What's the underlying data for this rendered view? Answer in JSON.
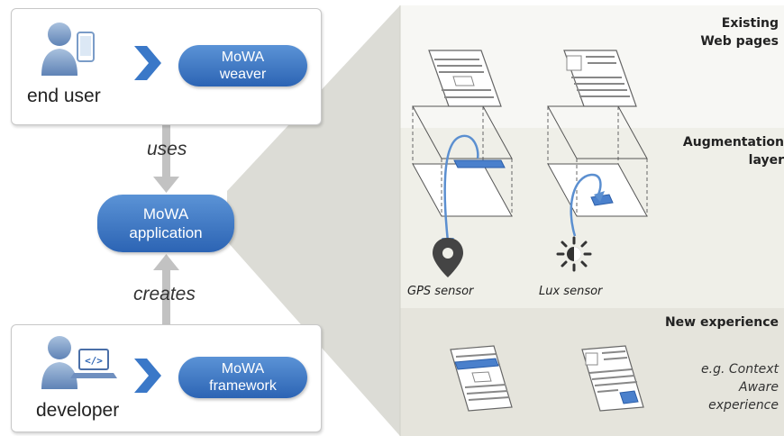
{
  "end_user": {
    "role": "end user",
    "tool": [
      "MoWA",
      "weaver"
    ]
  },
  "developer": {
    "role": "developer",
    "tool": [
      "MoWA",
      "framework"
    ]
  },
  "application": [
    "MoWA",
    "application"
  ],
  "verbs": {
    "uses": "uses",
    "creates": "creates"
  },
  "layers": {
    "existing": [
      "Existing",
      "Web pages"
    ],
    "augmentation": [
      "Augmentation",
      "layer"
    ],
    "new_experience": "New experience"
  },
  "sensors": {
    "gps": "GPS sensor",
    "lux": "Lux sensor"
  },
  "example_note": [
    "e.g. Context",
    "Aware",
    "experience"
  ],
  "colors": {
    "pill_top": "#5b93d6",
    "pill_bottom": "#2c64b4",
    "chevron": "#3a78c8",
    "link_arrow": "#5b8fd0",
    "connector": "#b8b8b8"
  }
}
